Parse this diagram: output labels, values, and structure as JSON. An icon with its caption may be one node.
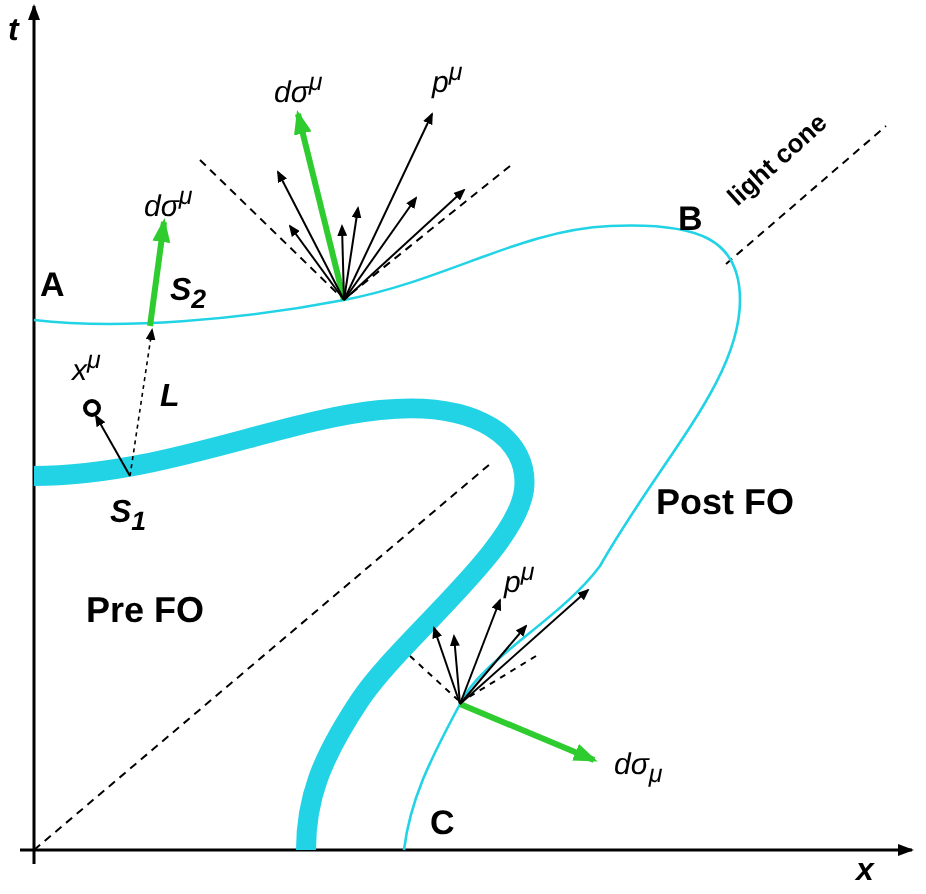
{
  "diagram": {
    "labels": [
      "t",
      "p$^{μ}$",
      "dσ$^{μ}$",
      "dσ$^{μ}$",
      "light cone",
      "B",
      "A",
      "S$_{2}$",
      "x$^{μ}$",
      "L",
      "S$_{1}$",
      "Post FO",
      "Pre FO",
      "p$^{μ}$",
      "dσ$_{μ}$",
      "C",
      "x"
    ]
  }
}
